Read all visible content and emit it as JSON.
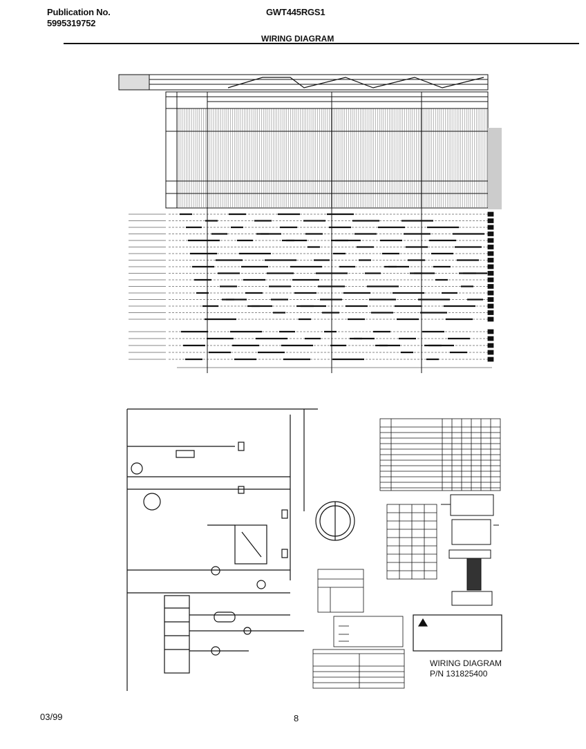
{
  "header": {
    "publication_label": "Publication No.",
    "publication_number": "5995319752",
    "model": "GWT445RGS1",
    "page_title": "WIRING DIAGRAM"
  },
  "diagram": {
    "caption_title": "WIRING DIAGRAM",
    "part_number": "P/N 131825400"
  },
  "footer": {
    "date": "03/99",
    "page_number": "8"
  }
}
